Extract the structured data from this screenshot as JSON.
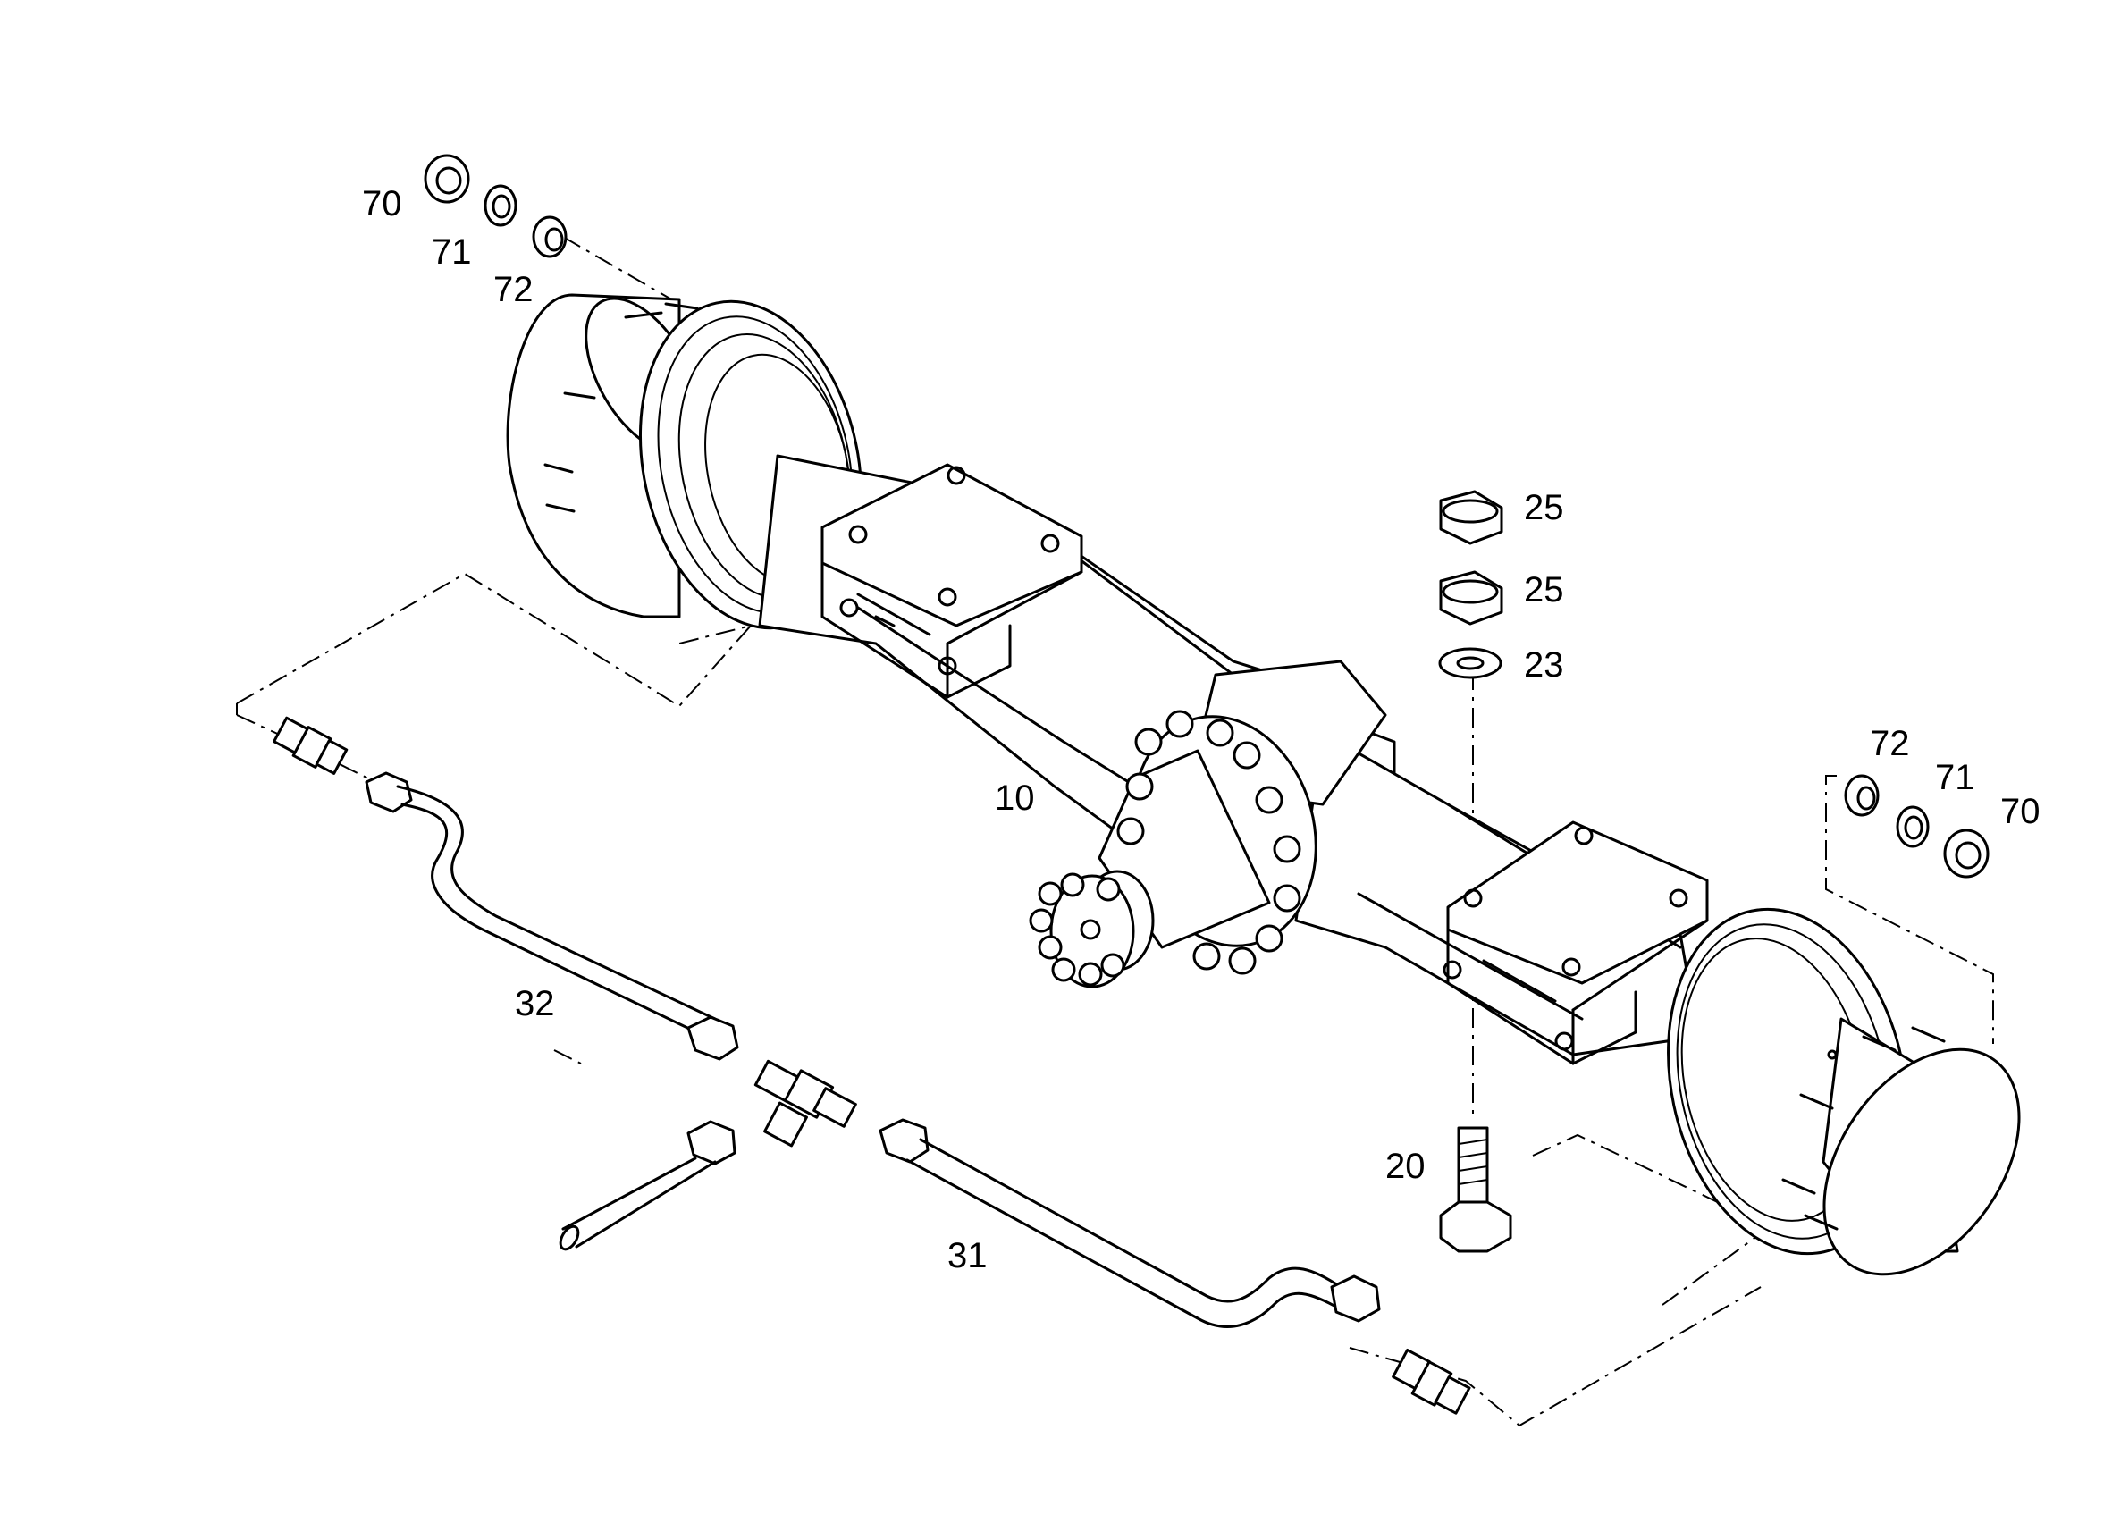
{
  "callouts": {
    "c70_left": "70",
    "c71_left": "71",
    "c72_left": "72",
    "c25_top": "25",
    "c25_mid": "25",
    "c23": "23",
    "c72_right": "72",
    "c71_right": "71",
    "c70_right": "70",
    "c10": "10",
    "c32": "32",
    "c20": "20",
    "c31": "31"
  }
}
